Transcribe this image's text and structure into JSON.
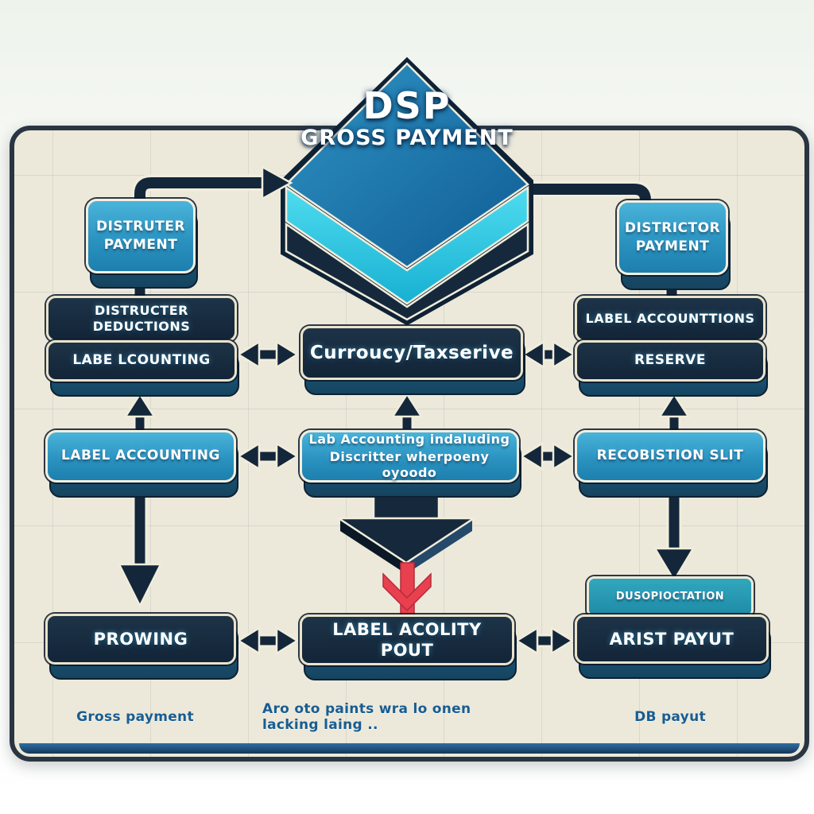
{
  "diagram": {
    "title_line1": "DSP",
    "title_line2": "GROSS PAYMENT",
    "top_left_box": {
      "line1": "DISTRUTER",
      "line2": "PAYMENT"
    },
    "top_right_box": {
      "line1": "DISTRICTOR",
      "line2": "PAYMENT"
    },
    "row1": {
      "left_line1": "DISTRUCTER DEDUCTIONS",
      "left_line2": "LABE LCOUNTING",
      "center": "Curroucy/Taxserive",
      "right_line1": "LABEL ACCOUNTTIONS",
      "right_line2": "RESERVE"
    },
    "row2": {
      "left": "LABEL ACCOUNTING",
      "center_line1": "Lab Accounting indaluding",
      "center_line2": "Discritter wherpoeny oyoodo",
      "right": "RECOBISTION SLIT"
    },
    "row3": {
      "left": "PROWING",
      "center": "LABEL ACOLITY POUT",
      "right_tag": "DUSOPIOCTATION",
      "right": "ARIST PAYUT"
    },
    "captions": {
      "left": "Gross payment",
      "center": "Aro oto paints wra lo onen lacking laing ..",
      "right": "DB payut"
    }
  },
  "colors": {
    "panel_fill": "#ece9db",
    "panel_border": "#2a3542",
    "navy": "#16293c",
    "navy_slab": "#1e638e",
    "teal_face": "#2b93c0",
    "cyan_band": "#35cbe2",
    "cream_outline": "#f0eddc",
    "red_arrow": "#e8404e",
    "caption_text": "#185d92"
  }
}
